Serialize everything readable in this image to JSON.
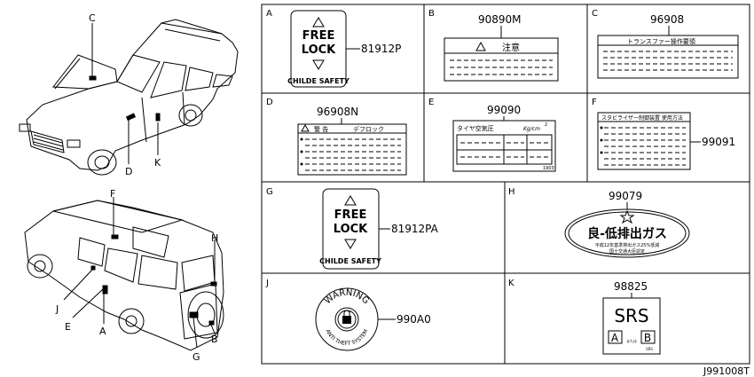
{
  "vehicle_callouts": {
    "top": [
      "C",
      "D",
      "K"
    ],
    "bottom": [
      "F",
      "H",
      "J",
      "E",
      "A",
      "G",
      "B"
    ]
  },
  "cells": {
    "A": {
      "letter": "A",
      "part": "81912P",
      "label_lines": [
        "FREE",
        "LOCK"
      ],
      "footer": "CHILDE SAFETY"
    },
    "B": {
      "letter": "B",
      "part": "90890M",
      "header": "注意"
    },
    "C": {
      "letter": "C",
      "part": "96908",
      "header": "トランスファー操作要領"
    },
    "D": {
      "letter": "D",
      "part": "96908N",
      "header_left": "警 告",
      "header_right": "デフロック"
    },
    "E": {
      "letter": "E",
      "part": "99090",
      "header": "タイヤ空気圧",
      "unit": "Kg/cm",
      "sup": "2",
      "footer": "1903"
    },
    "F": {
      "letter": "F",
      "part": "99091",
      "header": "スタビライザー制御装置 使用方法"
    },
    "G": {
      "letter": "G",
      "part": "81912PA",
      "label_lines": [
        "FREE",
        "LOCK"
      ],
      "footer": "CHILDE SAFETY"
    },
    "H": {
      "letter": "H",
      "part": "99079",
      "main": "良-低排出ガス",
      "sub1": "平成12年基準排出ガス25%低減",
      "sub2": "国土交通大臣認定"
    },
    "J": {
      "letter": "J",
      "part": "990A0",
      "ring_top": "WARNING",
      "ring_bottom": "ANTI THEFT SYSTEM"
    },
    "K": {
      "letter": "K",
      "part": "98825",
      "main": "SRS",
      "box_a": "A",
      "box_b": "B",
      "mid": "または",
      "small": "SRS"
    }
  },
  "diagram_id": "J991008T"
}
